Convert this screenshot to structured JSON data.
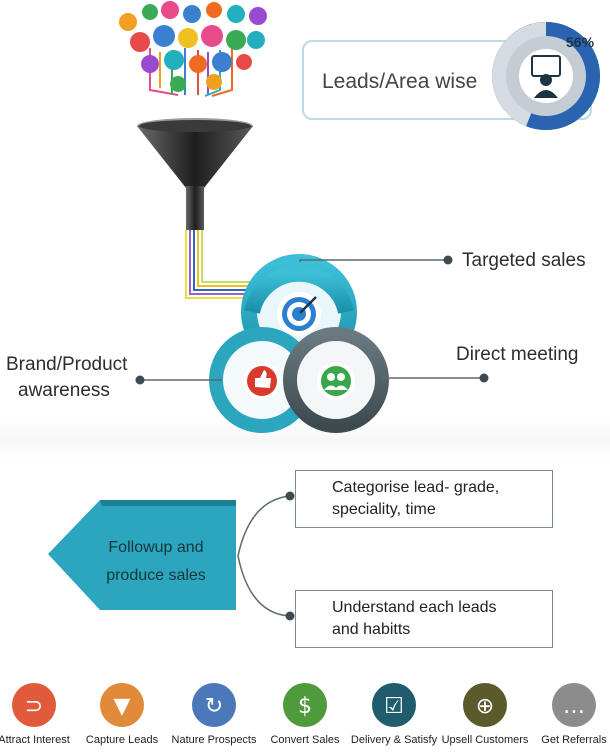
{
  "header_card": {
    "title": "Leads/Area wise",
    "percent": "56%",
    "fraction": 0.56
  },
  "funnel": {
    "icon_bubbles": [
      "chat-icon",
      "email-icon",
      "search-icon",
      "phone-icon",
      "mobile-icon",
      "share-icon",
      "cart-icon",
      "user-icon",
      "lock-icon",
      "wifi-icon",
      "image-icon",
      "music-icon"
    ]
  },
  "cycle": {
    "top": {
      "label": "Targeted sales",
      "icon": "target-icon"
    },
    "left": {
      "label_line1": "Brand/Product",
      "label_line2": "awareness",
      "icon": "thumbs-up-icon"
    },
    "right": {
      "label": "Direct meeting",
      "icon": "people-icon"
    }
  },
  "followup": {
    "arrow_line1": "Followup and",
    "arrow_line2": "produce sales",
    "box1_line1": "Categorise lead- grade,",
    "box1_line2": "speciality, time",
    "box2_line1": "Understand each leads",
    "box2_line2": "and habitts"
  },
  "bottom_steps": [
    {
      "label": "Attract Interest",
      "icon": "magnet-icon",
      "color": "#e05a3b"
    },
    {
      "label": "Capture Leads",
      "icon": "funnel-icon",
      "color": "#e08a3a"
    },
    {
      "label": "Nature Prospects",
      "icon": "refresh-icon",
      "color": "#4a78b8"
    },
    {
      "label": "Convert Sales",
      "icon": "dollar-icon",
      "color": "#4f9a3c"
    },
    {
      "label": "Delivery & Satisfy",
      "icon": "checkbox-icon",
      "color": "#1f5c6e"
    },
    {
      "label": "Upsell Customers",
      "icon": "cart-plus-icon",
      "color": "#5a5a2a"
    },
    {
      "label": "Get Referrals",
      "icon": "chat-bubbles-icon",
      "color": "#8c8c8c"
    }
  ],
  "colors": {
    "teal": "#2ba6be",
    "dark_teal": "#1f7f95",
    "slate": "#4f5d63",
    "blue": "#3a6fb6",
    "card_border": "#b9dbe4"
  }
}
